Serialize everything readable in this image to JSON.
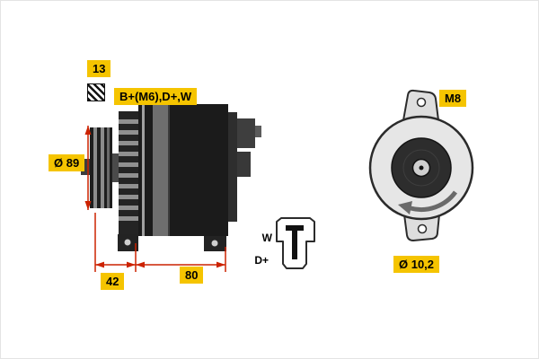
{
  "diagram": {
    "side_view": {
      "terminal_size_label": "13",
      "terminals_label": "B+(M6),D+,W",
      "pulley_diameter_label": "Ø 89",
      "dimension_pulley": "42",
      "dimension_body": "80"
    },
    "connector": {
      "pin_w": "W",
      "pin_dplus": "D+"
    },
    "rear_view": {
      "thread_label": "M8",
      "hole_diameter_label": "Ø 10,2"
    },
    "colors": {
      "highlight_yellow": "#f5c400",
      "dimension_red": "#cc2200",
      "body_dark": "#1f1f1f"
    }
  }
}
